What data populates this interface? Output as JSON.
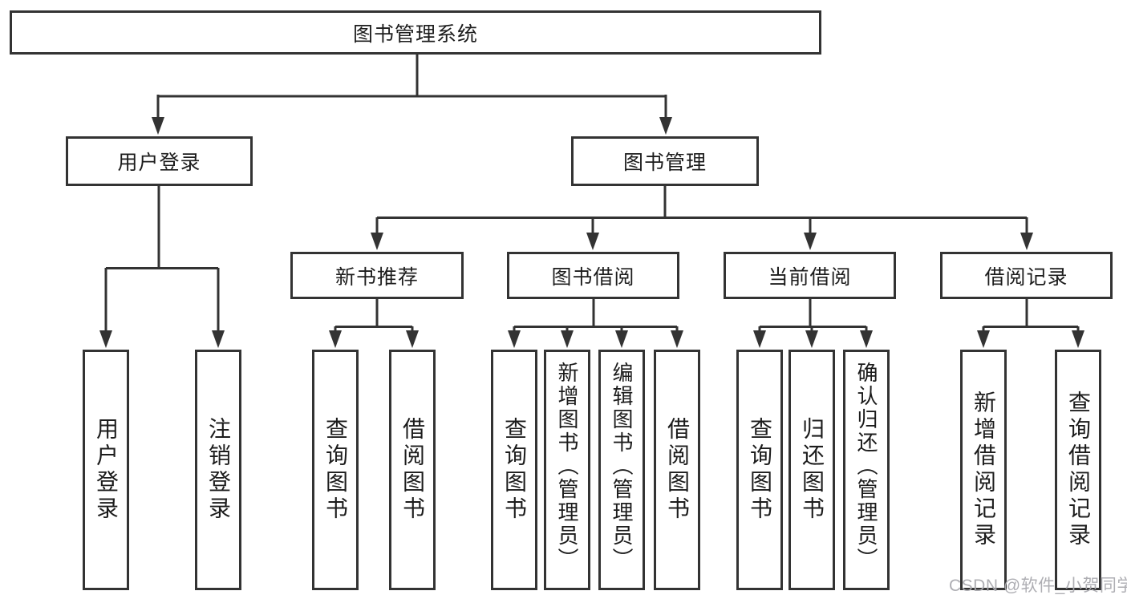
{
  "diagram": {
    "root": {
      "label": "图书管理系统"
    },
    "branches": [
      {
        "label": "用户登录",
        "children": [
          {
            "label": "用户登录"
          },
          {
            "label": "注销登录"
          }
        ]
      },
      {
        "label": "图书管理",
        "groups": [
          {
            "label": "新书推荐",
            "children": [
              {
                "label": "查询图书"
              },
              {
                "label": "借阅图书"
              }
            ]
          },
          {
            "label": "图书借阅",
            "children": [
              {
                "label": "查询图书"
              },
              {
                "label": "新增图书（管理员）"
              },
              {
                "label": "编辑图书（管理员）"
              },
              {
                "label": "借阅图书"
              }
            ]
          },
          {
            "label": "当前借阅",
            "children": [
              {
                "label": "查询图书"
              },
              {
                "label": "归还图书"
              },
              {
                "label": "确认归还（管理员）"
              }
            ]
          },
          {
            "label": "借阅记录",
            "children": [
              {
                "label": "新增借阅记录"
              },
              {
                "label": "查询借阅记录"
              }
            ]
          }
        ]
      }
    ]
  },
  "watermark": {
    "text": "CSDN @软件_小贺同学"
  },
  "colors": {
    "line": "#333333",
    "text": "#1c1c1c",
    "background": "#ffffff",
    "watermark": "#aaaaaf"
  }
}
